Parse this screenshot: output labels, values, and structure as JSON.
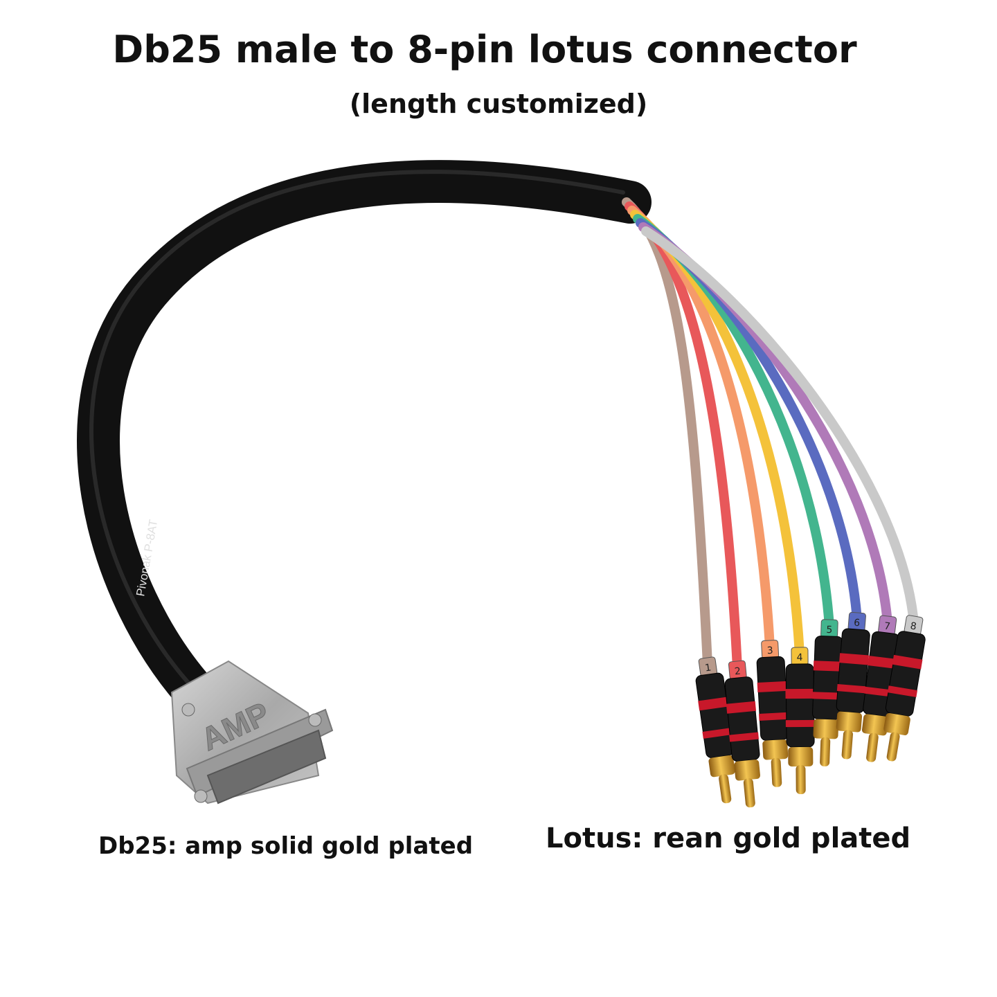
{
  "title": "Db25 male to 8-pin lotus connector",
  "subtitle": "(length customized)",
  "caption_left": "Db25: amp solid gold plated",
  "caption_right": "Lotus: rean gold plated",
  "cable_print": "Pivonak   P-8AT",
  "shell_logo": "AMP",
  "wires": [
    {
      "label": "1",
      "color": "#b79a8c"
    },
    {
      "label": "2",
      "color": "#e8585a"
    },
    {
      "label": "3",
      "color": "#f59a6a"
    },
    {
      "label": "4",
      "color": "#f4c23a"
    },
    {
      "label": "5",
      "color": "#43b58e"
    },
    {
      "label": "6",
      "color": "#5a6bc0"
    },
    {
      "label": "7",
      "color": "#b07ab8"
    },
    {
      "label": "8",
      "color": "#c9c9c9"
    }
  ]
}
